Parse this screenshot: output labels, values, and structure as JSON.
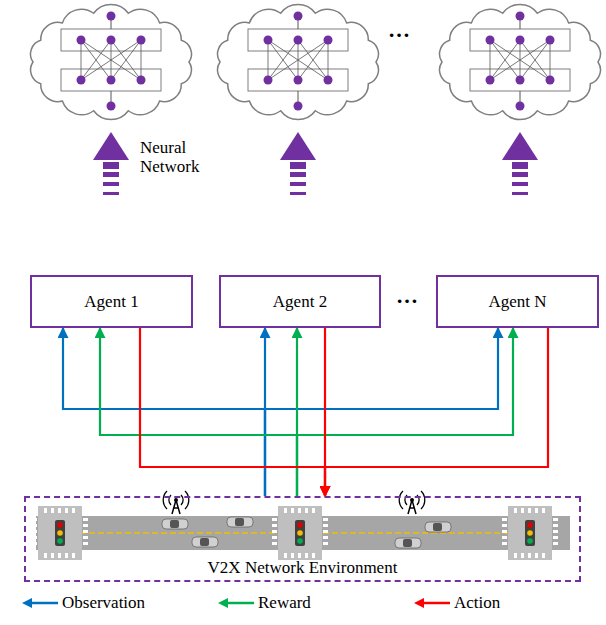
{
  "diagram": {
    "nodes": [
      {
        "text": [
          "Agent 1"
        ]
      },
      {
        "text": [
          "Agent 2"
        ]
      },
      {
        "text": [
          "Agent N"
        ]
      },
      {
        "text": [
          "V2X Network Environment"
        ]
      }
    ],
    "edges": [
      {
        "from": 3,
        "to": 0,
        "arrow": "to"
      },
      {
        "from": 3,
        "to": 1,
        "arrow": "to"
      },
      {
        "from": 3,
        "to": 2,
        "arrow": "to"
      },
      {
        "from": 3,
        "to": 0,
        "arrow": "to"
      },
      {
        "from": 3,
        "to": 1,
        "arrow": "to"
      },
      {
        "from": 3,
        "to": 2,
        "arrow": "to"
      },
      {
        "from": 0,
        "to": 3,
        "arrow": "to"
      },
      {
        "from": 1,
        "to": 3,
        "arrow": "to"
      },
      {
        "from": 2,
        "to": 3,
        "arrow": "to"
      }
    ],
    "labels": [
      "Neural Network",
      "…",
      "…"
    ],
    "legend": [
      {
        "text": "Observation"
      },
      {
        "text": "Reward"
      },
      {
        "text": "Action"
      }
    ]
  }
}
